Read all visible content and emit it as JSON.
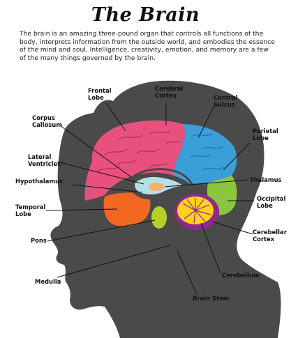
{
  "title": "The Brain",
  "intro": "The brain is an amazing three-pound organ that controls all functions of the body, interprets information from the outside world, and embodies the essence of the mind and soul. Intelligence, creativity, emotion, and memory are a few of the many things governed by the brain.",
  "labels": {
    "frontal_lobe": [
      "Frontal",
      "Lobe"
    ],
    "cerebral_cortex": [
      "Cerebral",
      "Cortex"
    ],
    "central_sulcus": [
      "Central",
      "Sulcus"
    ],
    "corpus_callosum": [
      "Corpus",
      "Callosum"
    ],
    "parietal_lobe": [
      "Parietal",
      "Lobe"
    ],
    "lateral_ventricles": [
      "Lateral",
      "Ventricles"
    ],
    "thalamus": [
      "Thalamus"
    ],
    "hypothalamus": [
      "Hypothalamus"
    ],
    "occipital_lobe": [
      "Occipital",
      "Lobe"
    ],
    "temporal_lobe": [
      "Temporal",
      "Lobe"
    ],
    "cerebellar_cortex": [
      "Cerebellar",
      "Cortex"
    ],
    "pons": [
      "Pons"
    ],
    "cerebellum": [
      "Cerebellum"
    ],
    "medulla": [
      "Medulla"
    ],
    "brain_stem": [
      "Brain Stem"
    ]
  },
  "colors": {
    "head": "#4a4a4a",
    "frontal": "#e8517d",
    "parietal": "#3a9fd8",
    "occipital": "#8cc63f",
    "temporal": "#f26722",
    "cerebellum": "#ffd21f",
    "cerebellar_cortex": "#92278f",
    "pons": "#b5cf2a",
    "ventricle": "#b3e1ea",
    "thalamus": "#f7b26a"
  }
}
